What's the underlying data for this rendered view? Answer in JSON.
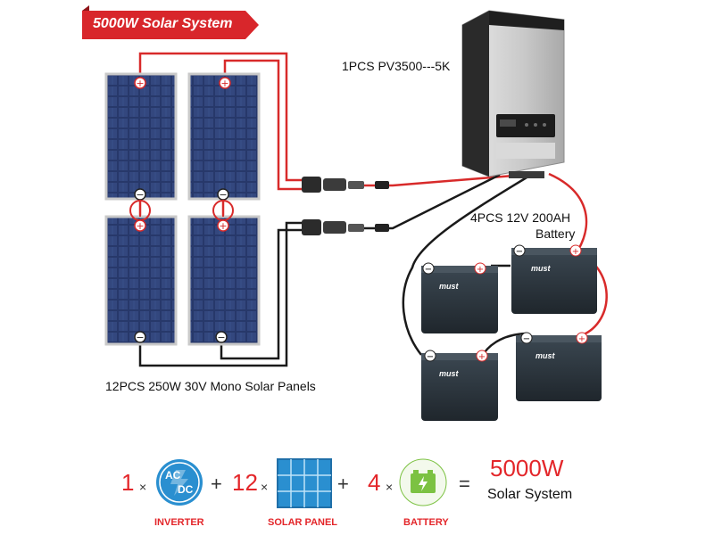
{
  "banner": {
    "title": "5000W Solar System"
  },
  "labels": {
    "inverter": "1PCS PV3500---5K",
    "battery_line1": "4PCS 12V 200AH",
    "battery_line2": "Battery",
    "panels": "12PCS 250W 30V Mono Solar Panels"
  },
  "inverter_icon": {
    "line1": "AC",
    "line2": "DC"
  },
  "battery_brand": "must",
  "equation": {
    "terms": [
      {
        "count": "1",
        "times": "×",
        "caption": "INVERTER",
        "icon": "inverter-acdc-icon"
      },
      {
        "count": "12",
        "times": "×",
        "caption": "SOLAR PANEL",
        "icon": "solar-panel-icon"
      },
      {
        "count": "4",
        "times": "×",
        "caption": "BATTERY",
        "icon": "battery-icon"
      }
    ],
    "plus": "+",
    "equals": "=",
    "result": "5000W",
    "result_sub": "Solar System"
  },
  "colors": {
    "accent_red": "#e3262a",
    "icon_blue": "#2a8fd0",
    "battery_green": "#7cc242",
    "panel_blue": "#2b3a6b"
  }
}
